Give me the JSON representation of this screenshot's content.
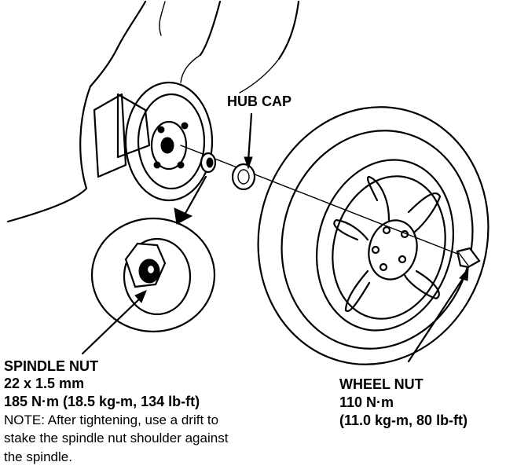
{
  "labels": {
    "hub_cap": "HUB CAP",
    "spindle_nut": {
      "title": "SPINDLE NUT",
      "size": "22 x 1.5 mm",
      "torque": "185 N·m (18.5 kg-m, 134 lb-ft)",
      "note_line1": "NOTE: After tightening, use a drift to",
      "note_line2": "stake the spindle nut shoulder against",
      "note_line3": "the spindle."
    },
    "wheel_nut": {
      "title": "WHEEL NUT",
      "torque_nm": "110 N·m",
      "torque_alt": "(11.0 kg-m, 80 lb-ft)"
    }
  }
}
